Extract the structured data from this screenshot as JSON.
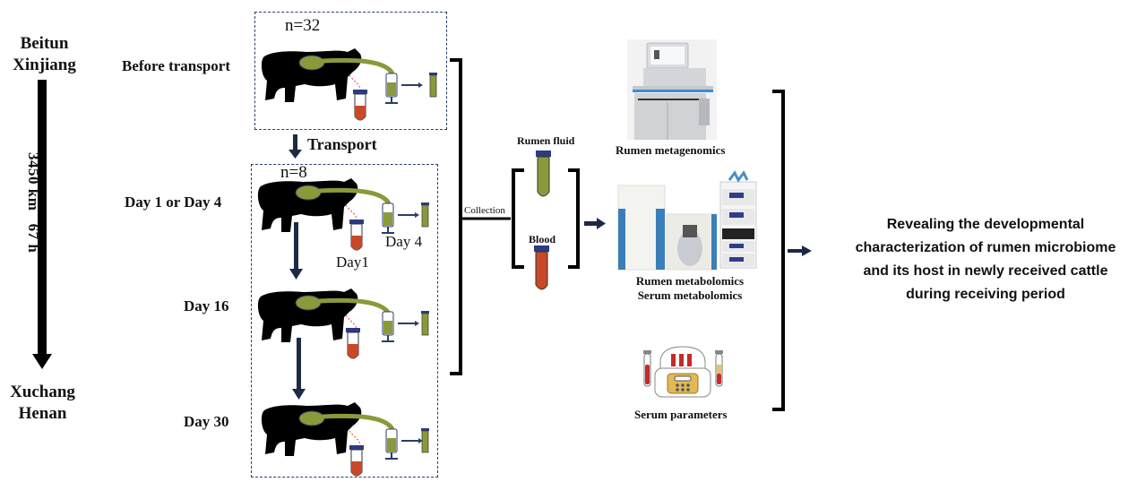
{
  "route": {
    "origin": [
      "Beitun",
      "Xinjiang"
    ],
    "destination": [
      "Xuchang",
      "Henan"
    ],
    "distance_label": "3450 km   67 h"
  },
  "timepoints": {
    "before": "Before transport",
    "transport": "Transport",
    "day1_4": "Day 1 or Day 4",
    "day16": "Day 16",
    "day30": "Day 30"
  },
  "groups": {
    "before_n": "n=32",
    "after_n": "n=8"
  },
  "sample_notes": {
    "day4": "Day 4",
    "day1": "Day1"
  },
  "collection": {
    "label": "Collection",
    "rumen_fluid": "Rumen fluid",
    "blood": "Blood"
  },
  "analyses": {
    "metagenomics": "Rumen metagenomics",
    "metabolomics_rumen": "Rumen metabolomics",
    "metabolomics_serum": "Serum metabolomics",
    "serum_parameters": "Serum parameters"
  },
  "conclusion": [
    "Revealing the developmental",
    "characterization of rumen microbiome",
    "and its host in newly received cattle",
    "during receiving period"
  ],
  "colors": {
    "rumen_green": "#8a9a3a",
    "blood_red": "#c9472a",
    "cap_blue": "#2e3a80",
    "arrow_navy": "#1c2a44",
    "box_dash": "#2a3d66"
  }
}
